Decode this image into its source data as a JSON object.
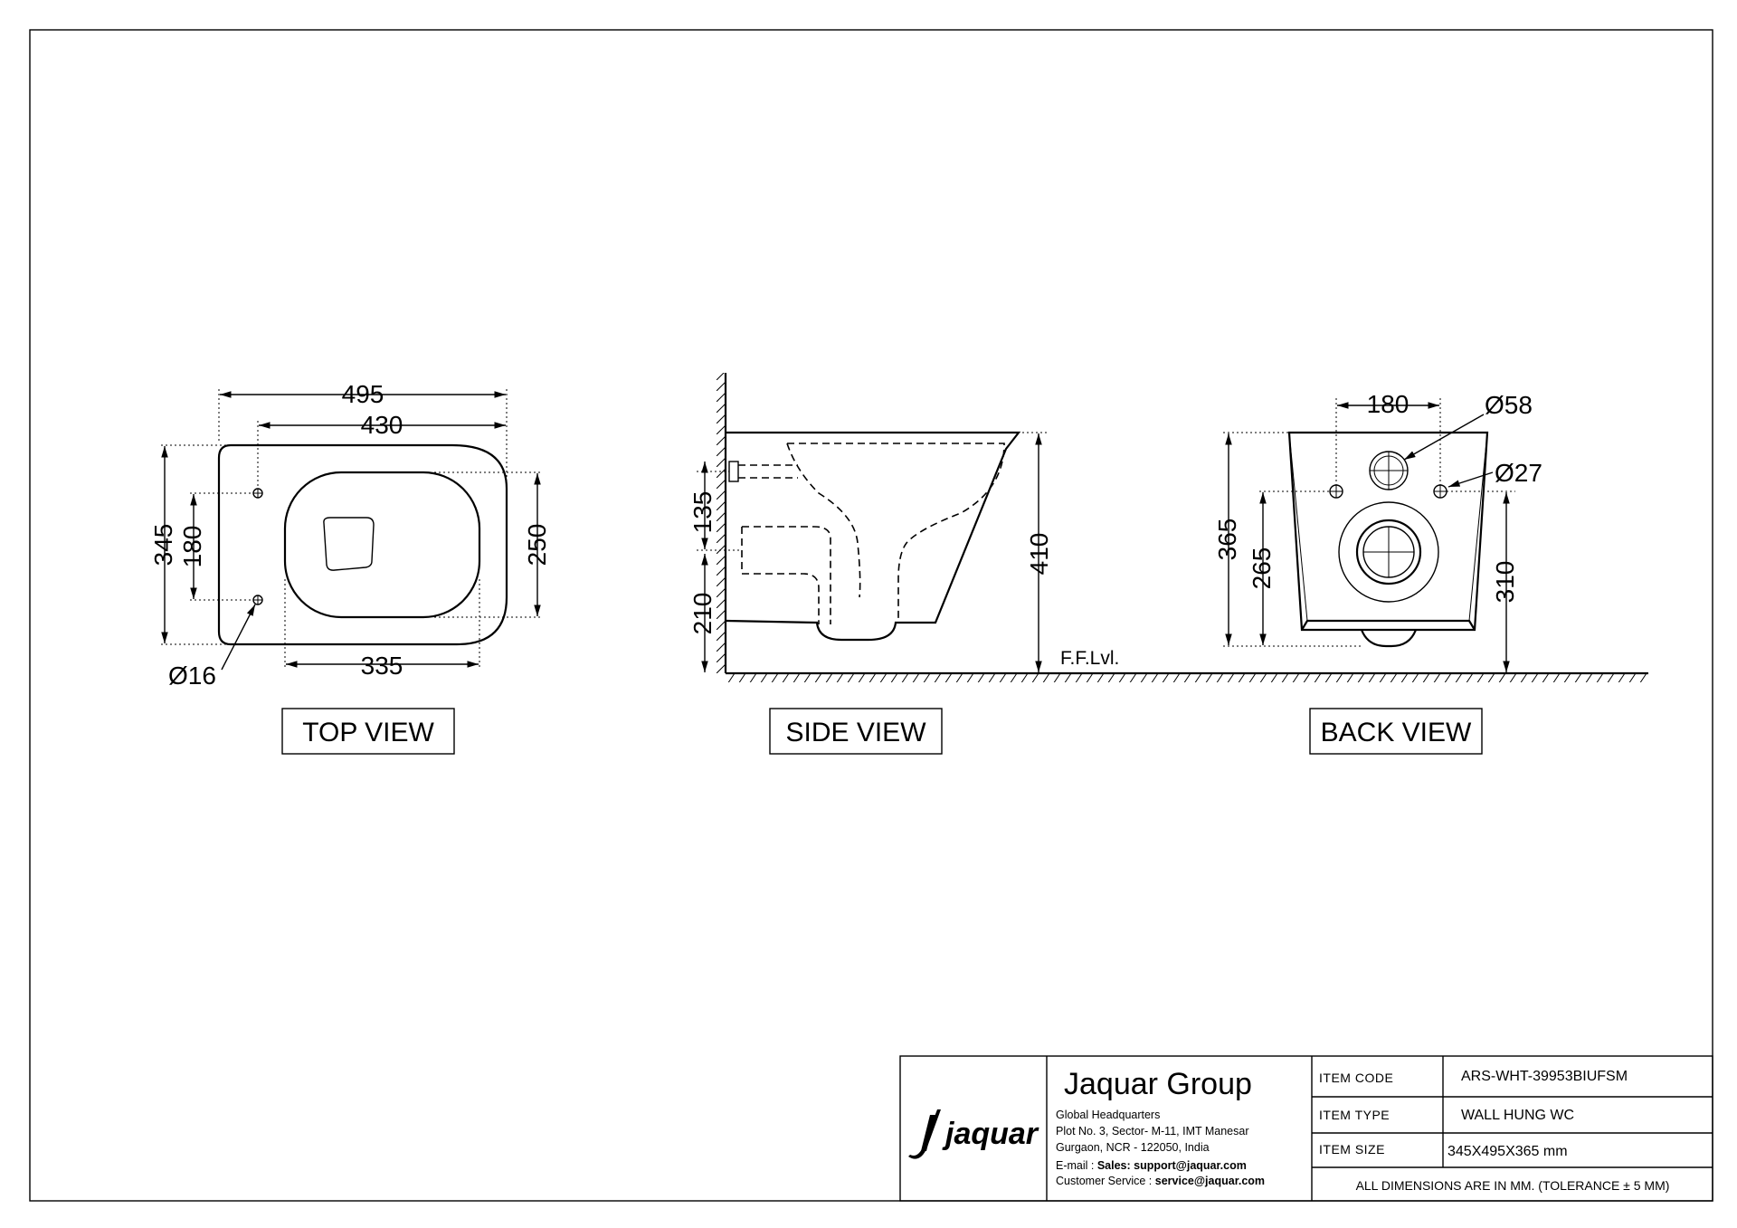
{
  "views": {
    "top": {
      "label": "TOP VIEW",
      "dims": {
        "length_overall": "495",
        "length_inner": "430",
        "width_overall": "345",
        "fixing_spacing": "180",
        "bowl_width": "250",
        "bowl_length": "335",
        "fixing_dia": "Ø16"
      }
    },
    "side": {
      "label": "SIDE VIEW",
      "dims": {
        "height": "410",
        "inlet_drop": "135",
        "outlet_height": "210"
      },
      "floor_label": "F.F.Lvl."
    },
    "back": {
      "label": "BACK VIEW",
      "dims": {
        "spacing": "180",
        "inlet_dia": "Ø58",
        "fixing_dia": "Ø27",
        "height": "365",
        "fixing_height": "265",
        "outlet_height": "310"
      }
    }
  },
  "title_block": {
    "logo_text": "jaquar",
    "company": "Jaquar Group",
    "address_lines": [
      "Global Headquarters",
      "Plot No. 3, Sector- M-11, IMT Manesar",
      "Gurgaon, NCR - 122050, India"
    ],
    "email_label": "E-mail : ",
    "email_value": "Sales: support@jaquar.com",
    "service_label": "Customer Service : ",
    "service_value": "service@jaquar.com",
    "rows": [
      {
        "label": "ITEM  CODE",
        "value": "ARS-WHT-39953BIUFSM"
      },
      {
        "label": "ITEM  TYPE",
        "value": "WALL HUNG WC"
      },
      {
        "label": "ITEM  SIZE",
        "value": "345X495X365 mm"
      }
    ],
    "note": "ALL DIMENSIONS ARE IN MM. (TOLERANCE ± 5 MM)"
  }
}
